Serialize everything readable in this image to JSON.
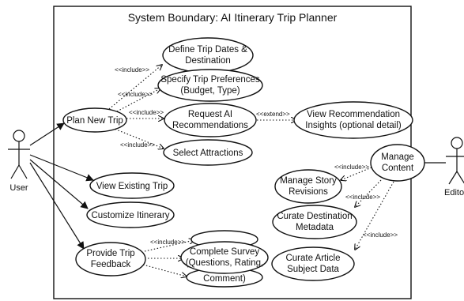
{
  "boundary_title": "System Boundary: AI Itinerary Trip Planner",
  "actors": {
    "user": "User",
    "editor": "Editor"
  },
  "use_cases": {
    "define_trip": [
      "Define Trip Dates &",
      "Destination"
    ],
    "specify_prefs": [
      "Specify Trip Preferences",
      "(Budget, Type)"
    ],
    "plan_new_trip": [
      "Plan New Trip"
    ],
    "request_ai": [
      "Request AI",
      "Recommendations"
    ],
    "view_insights": [
      "View Recommendation",
      "Insights (optional detail)"
    ],
    "select_attractions": [
      "Select Attractions"
    ],
    "view_existing": [
      "View Existing Trip"
    ],
    "customize_itinerary": [
      "Customize Itinerary"
    ],
    "provide_feedback": [
      "Provide Trip",
      "Feedback"
    ],
    "complete_survey": [
      "Complete Survey",
      "(Questions, Rating,",
      "Comment)"
    ],
    "manage_content": [
      "Manage",
      "Content"
    ],
    "manage_revisions": [
      "Manage Story",
      "Revisions"
    ],
    "curate_metadata": [
      "Curate Destination",
      "Metadata"
    ],
    "curate_article": [
      "Curate Article",
      "Subject Data"
    ]
  },
  "stereotypes": {
    "include": "<<include>>",
    "extend": "<<extend>>"
  }
}
